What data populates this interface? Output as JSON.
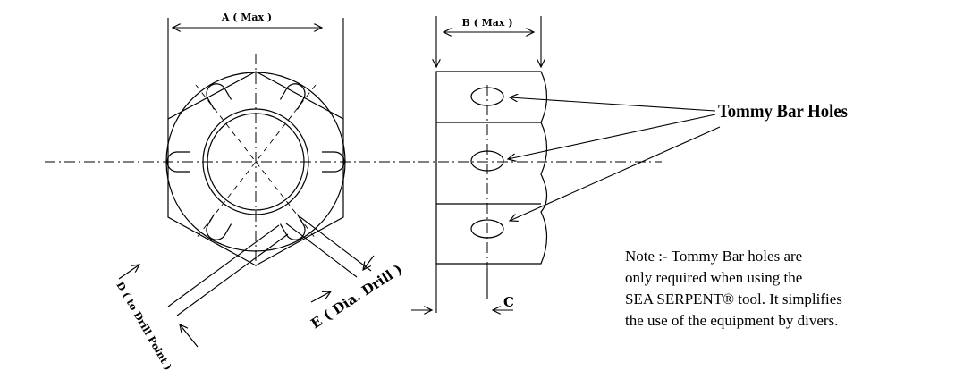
{
  "labels": {
    "dim_a": "A ( Max )",
    "dim_b": "B ( Max )",
    "dim_c": "C",
    "dim_d": "D ( to Drill Point )",
    "dim_e": "E ( Dia. Drill )",
    "callout": "Tommy Bar Holes"
  },
  "note": {
    "lines": [
      "Note :- Tommy Bar holes are",
      "only required when using the",
      "SEA SERPENT® tool. It simplifies",
      "the use of the equipment by divers."
    ]
  }
}
